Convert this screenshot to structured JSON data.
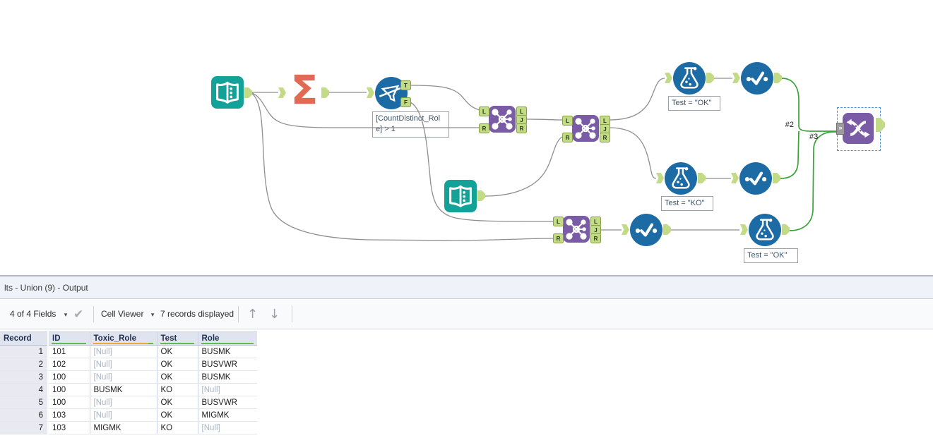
{
  "canvas": {
    "wire_labels": {
      "union_2": "#2",
      "union_3": "#3"
    },
    "tool_labels": {
      "filter_lines": [
        "[CountDistinct_Rol",
        "e] > 1"
      ],
      "test_top": "Test = \"OK\"",
      "test_mid": "Test = \"KO\"",
      "test_bottom": "Test = \"OK\""
    },
    "anchors": {
      "T": "T",
      "F": "F",
      "L": "L",
      "J": "J",
      "R": "R",
      "multi": "»"
    }
  },
  "icons": {
    "sigma": "Σ",
    "dropdown_caret": "▾",
    "check": "✔",
    "up_arrow": "↑",
    "down_arrow": "↓"
  },
  "results_panel": {
    "title": "lts - Union (9) - Output",
    "toolbar": {
      "fields_dropdown": "4 of 4 Fields",
      "cell_viewer": "Cell Viewer",
      "records_displayed": "7 records displayed"
    },
    "table": {
      "columns": [
        {
          "label": "Record",
          "underline": "none"
        },
        {
          "label": "ID",
          "underline": "#61bd4e"
        },
        {
          "label": "Toxic_Role",
          "underline": "#f1a83b"
        },
        {
          "label": "Test",
          "underline": "#61bd4e"
        },
        {
          "label": "Role",
          "underline": "#61bd4e"
        }
      ],
      "rows": [
        {
          "record": "1",
          "id": "101",
          "toxic_role": "[Null]",
          "test": "OK",
          "role": "BUSMK"
        },
        {
          "record": "2",
          "id": "102",
          "toxic_role": "[Null]",
          "test": "OK",
          "role": "BUSVWR"
        },
        {
          "record": "3",
          "id": "100",
          "toxic_role": "[Null]",
          "test": "OK",
          "role": "BUSMK"
        },
        {
          "record": "4",
          "id": "100",
          "toxic_role": "BUSMK",
          "test": "KO",
          "role": "[Null]"
        },
        {
          "record": "5",
          "id": "100",
          "toxic_role": "[Null]",
          "test": "OK",
          "role": "BUSVWR"
        },
        {
          "record": "6",
          "id": "103",
          "toxic_role": "[Null]",
          "test": "OK",
          "role": "MIGMK"
        },
        {
          "record": "7",
          "id": "103",
          "toxic_role": "MIGMK",
          "test": "KO",
          "role": "[Null]"
        }
      ]
    }
  },
  "colors": {
    "tool_teal": "#12a297",
    "tool_orange": "#e06b52",
    "tool_blue": "#1d6ba5",
    "tool_purple": "#7a5ba6",
    "anchor_green": "#c3da86",
    "wire_gray": "#8f8f8f",
    "wire_green": "#3aa33a",
    "selection_blue": "#4f93d9",
    "underline_green": "#61bd4e",
    "underline_orange": "#f1a83b"
  }
}
